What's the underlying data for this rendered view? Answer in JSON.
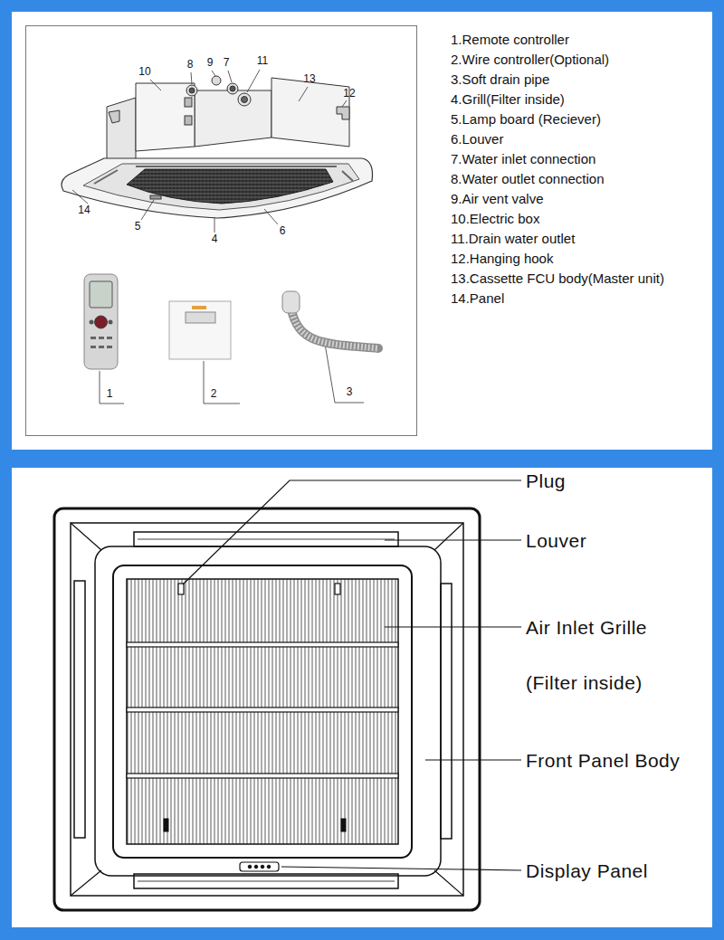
{
  "diagram": {
    "labels": [
      "10",
      "8",
      "9",
      "7",
      "11",
      "13",
      "12",
      "14",
      "5",
      "4",
      "6",
      "1",
      "2",
      "3",
      "1.Remote controller",
      "2.Wire controller(Optional)",
      "3.Soft drain pipe",
      "4.Grill(Filter inside)",
      "5.Lamp board (Reciever)",
      "6.Louver",
      "7.Water inlet connection",
      "8.Water outlet connection",
      "9.Air vent valve",
      "10.Electric box",
      "11.Drain water outlet",
      "12.Hanging hook",
      "13.Cassette FCU body(Master unit)",
      "14.Panel",
      "Plug",
      "Louver",
      "Air Inlet Grille",
      "(Filter inside)",
      "Front Panel Body",
      "Display Panel"
    ]
  }
}
